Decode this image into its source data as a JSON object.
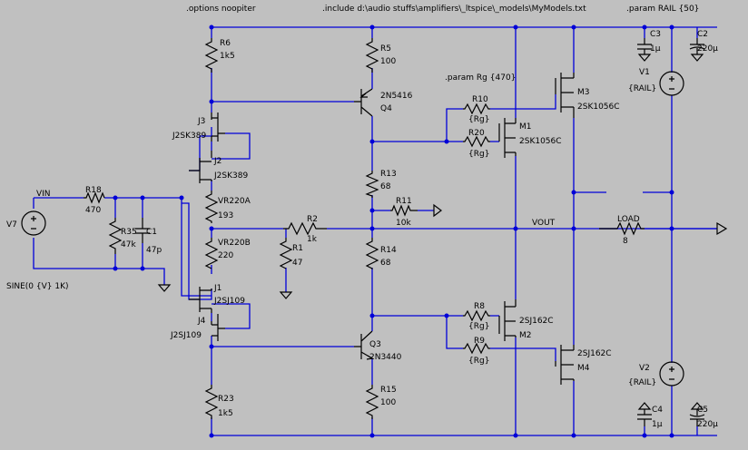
{
  "directives": {
    "options": ".options noopiter",
    "include": ".include d:\\audio stuffs\\amplifiers\\_ltspice\\_models\\MyModels.txt",
    "param_rail": ".param RAIL {50}",
    "param_rg": ".param Rg {470}"
  },
  "labels": {
    "R6": "R6",
    "R6v": "1k5",
    "R5": "R5",
    "R5v": "100",
    "Q4": "Q4",
    "Q4m": "2N5416",
    "J3": "J3",
    "J3m": "J2SK389",
    "J2": "J2",
    "J2m": "J2SK389",
    "VIN": "VIN",
    "R18": "R18",
    "R18v": "470",
    "V7": "V7",
    "V7src": "SINE(0 {V} 1K)",
    "R35": "R35",
    "R35v": "47k",
    "C1": "C1",
    "C1v": "47p",
    "VR220A": "VR220A",
    "VR220Av": "193",
    "VR220B": "VR220B",
    "VR220Bv": "220",
    "R2": "R2",
    "R2v": "1k",
    "R1": "R1",
    "R1v": "47",
    "R13": "R13",
    "R13v": "68",
    "R11": "R11",
    "R11v": "10k",
    "R14": "R14",
    "R14v": "68",
    "J1": "J1",
    "J1m": "J2SJ109",
    "J4": "J4",
    "J4m": "J2SJ109",
    "Q3": "Q3",
    "Q3m": "2N3440",
    "R15": "R15",
    "R15v": "100",
    "R23": "R23",
    "R23v": "1k5",
    "R10": "R10",
    "R10v": "{Rg}",
    "R20": "R20",
    "R20v": "{Rg}",
    "M1": "M1",
    "M1m": "2SK1056C",
    "M3": "M3",
    "M3m": "2SK1056C",
    "R8": "R8",
    "R8v": "{Rg}",
    "R9": "R9",
    "R9v": "{Rg}",
    "M2": "M2",
    "M2m": "2SJ162C",
    "M4": "M4",
    "M4m": "2SJ162C",
    "VOUT": "VOUT",
    "LOAD": "LOAD",
    "LOADv": "8",
    "C3": "C3",
    "C3v": "1µ",
    "C2": "C2",
    "C2v": "220µ",
    "V1": "V1",
    "V1v": "{RAIL}",
    "V2": "V2",
    "V2v": "{RAIL}",
    "C4": "C4",
    "C4v": "1µ",
    "C5": "C5",
    "C5v": "220µ"
  }
}
